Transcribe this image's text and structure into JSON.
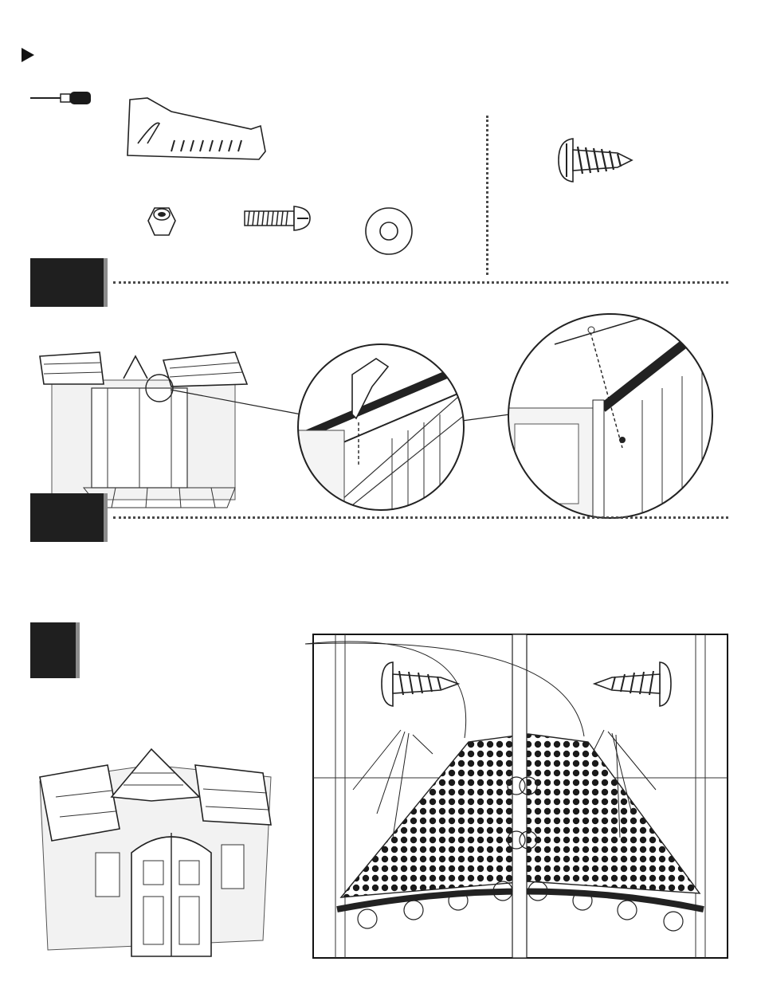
{
  "page": {
    "bullet_icon": "triangle-bullet-icon",
    "tools": [
      "screwdriver-icon",
      "wrench-tool-icon"
    ],
    "hardware_icons": [
      "nut-icon",
      "bolt-icon",
      "washer-icon",
      "screw-icon"
    ]
  },
  "steps": [
    {
      "id": "step-a",
      "icon": "step-marker"
    },
    {
      "id": "step-b",
      "icon": "step-marker"
    },
    {
      "id": "step-c",
      "icon": "step-marker"
    }
  ],
  "illustrations": {
    "shed_gable_closeup": [
      "shed-front-view",
      "detail-zoom-1",
      "detail-zoom-2"
    ],
    "roof_panel_detail": [
      "shed-roof-view",
      "roof-panel-closeup"
    ]
  },
  "colors": {
    "ink": "#1f1f1f",
    "shadow": "#8c8c8c",
    "dotted": "#4a4a4a"
  }
}
